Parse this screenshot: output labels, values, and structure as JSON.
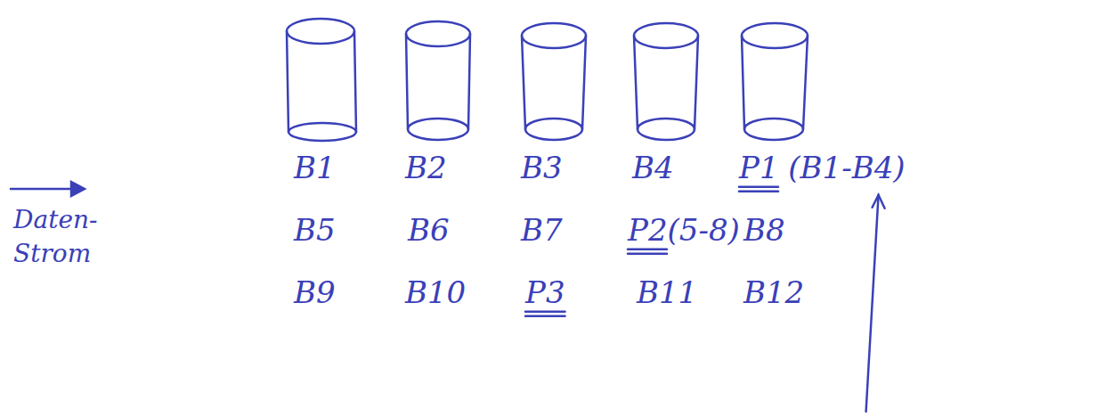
{
  "diagram": {
    "labels": [
      "B1",
      "B2",
      "B3",
      "B4",
      "P1 (B1-B4)",
      "B5",
      "B6",
      "B7",
      "P2(5-8)",
      "B8",
      "B9",
      "B10",
      "P3",
      "B11",
      "B12",
      "Daten-Strom"
    ]
  }
}
